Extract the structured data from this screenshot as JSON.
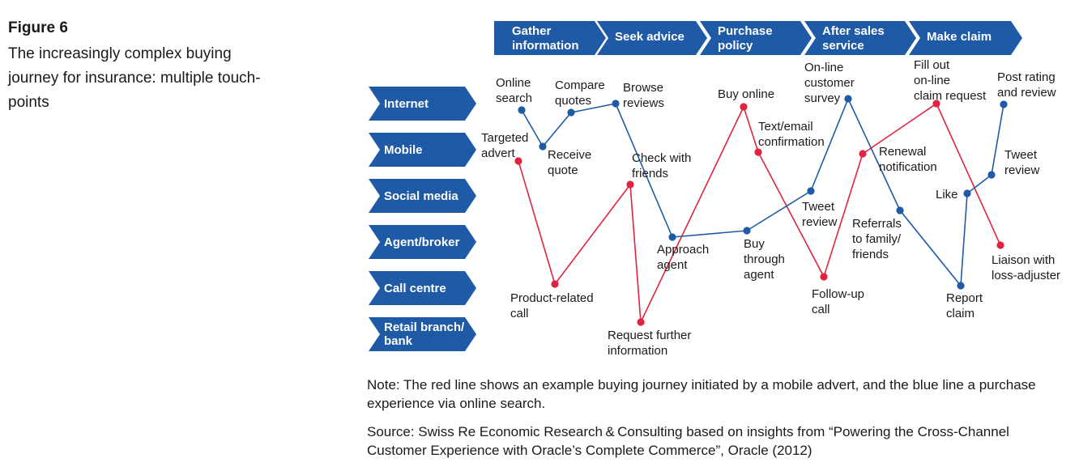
{
  "figure": {
    "label": "Figure 6",
    "title": "The increasingly complex buying journey for insurance: multiple touch-points"
  },
  "colors": {
    "stage_fill": "#1f5aa6",
    "channel_fill": "#1f5aa6",
    "red_line": "#e0243f",
    "blue_line": "#1f5aa6"
  },
  "stages": [
    {
      "id": "gather",
      "lines": [
        "Gather",
        "information"
      ]
    },
    {
      "id": "seek",
      "lines": [
        "Seek advice"
      ]
    },
    {
      "id": "purchase",
      "lines": [
        "Purchase",
        "policy"
      ]
    },
    {
      "id": "after",
      "lines": [
        "After sales",
        "service"
      ]
    },
    {
      "id": "claim",
      "lines": [
        "Make claim"
      ]
    }
  ],
  "channels": [
    {
      "id": "internet",
      "lines": [
        "Internet"
      ]
    },
    {
      "id": "mobile",
      "lines": [
        "Mobile"
      ]
    },
    {
      "id": "social",
      "lines": [
        "Social media"
      ]
    },
    {
      "id": "agent",
      "lines": [
        "Agent/broker"
      ]
    },
    {
      "id": "callcentre",
      "lines": [
        "Call centre"
      ]
    },
    {
      "id": "retail",
      "lines": [
        "Retail branch/",
        "bank"
      ]
    }
  ],
  "red_journey": [
    {
      "id": "targeted-advert",
      "lines": [
        "Targeted",
        "advert"
      ]
    },
    {
      "id": "product-related-call",
      "lines": [
        "Product-related",
        "call"
      ]
    },
    {
      "id": "check-with-friends",
      "lines": [
        "Check with",
        "friends"
      ]
    },
    {
      "id": "request-further-information",
      "lines": [
        "Request  further",
        "information"
      ]
    },
    {
      "id": "buy-online",
      "lines": [
        "Buy online"
      ]
    },
    {
      "id": "text-email-confirmation",
      "lines": [
        "Text/email",
        "confirmation"
      ]
    },
    {
      "id": "follow-up-call",
      "lines": [
        "Follow-up",
        "call"
      ]
    },
    {
      "id": "renewal-notification",
      "lines": [
        "Renewal",
        "notification"
      ]
    },
    {
      "id": "fill-out-claim-request",
      "lines": [
        "Fill out",
        "on-line",
        "claim request"
      ]
    },
    {
      "id": "liaison-with-loss-adjuster",
      "lines": [
        "Liaison with",
        "loss-adjuster"
      ]
    }
  ],
  "blue_journey": [
    {
      "id": "online-search",
      "lines": [
        "Online",
        "search"
      ]
    },
    {
      "id": "receive-quote",
      "lines": [
        "Receive",
        "quote"
      ]
    },
    {
      "id": "compare-quotes",
      "lines": [
        "Compare",
        "quotes"
      ]
    },
    {
      "id": "browse-reviews",
      "lines": [
        "Browse",
        "reviews"
      ]
    },
    {
      "id": "approach-agent",
      "lines": [
        "Approach",
        "agent"
      ]
    },
    {
      "id": "buy-through-agent",
      "lines": [
        "Buy",
        "through",
        "agent"
      ]
    },
    {
      "id": "tweet-review-1",
      "lines": [
        "Tweet",
        "review"
      ]
    },
    {
      "id": "online-customer-survey",
      "lines": [
        "On-line",
        "customer",
        "survey"
      ]
    },
    {
      "id": "referrals-to-family-friends",
      "lines": [
        "Referrals",
        "to family/",
        "friends"
      ]
    },
    {
      "id": "report-claim",
      "lines": [
        "Report",
        "claim"
      ]
    },
    {
      "id": "like",
      "lines": [
        "Like"
      ]
    },
    {
      "id": "tweet-review-2",
      "lines": [
        "Tweet",
        "review"
      ]
    },
    {
      "id": "post-rating-and-review",
      "lines": [
        "Post rating",
        "and review"
      ]
    }
  ],
  "note": "Note: The red line shows an example buying journey initiated by a mobile advert, and the blue line a purchase experience via online search.",
  "source": "Source: Swiss Re Economic Research & Consulting based on insights from “Powering the Cross-Channel Customer Experience with Oracle’s Complete Commerce”, Oracle (2012)"
}
